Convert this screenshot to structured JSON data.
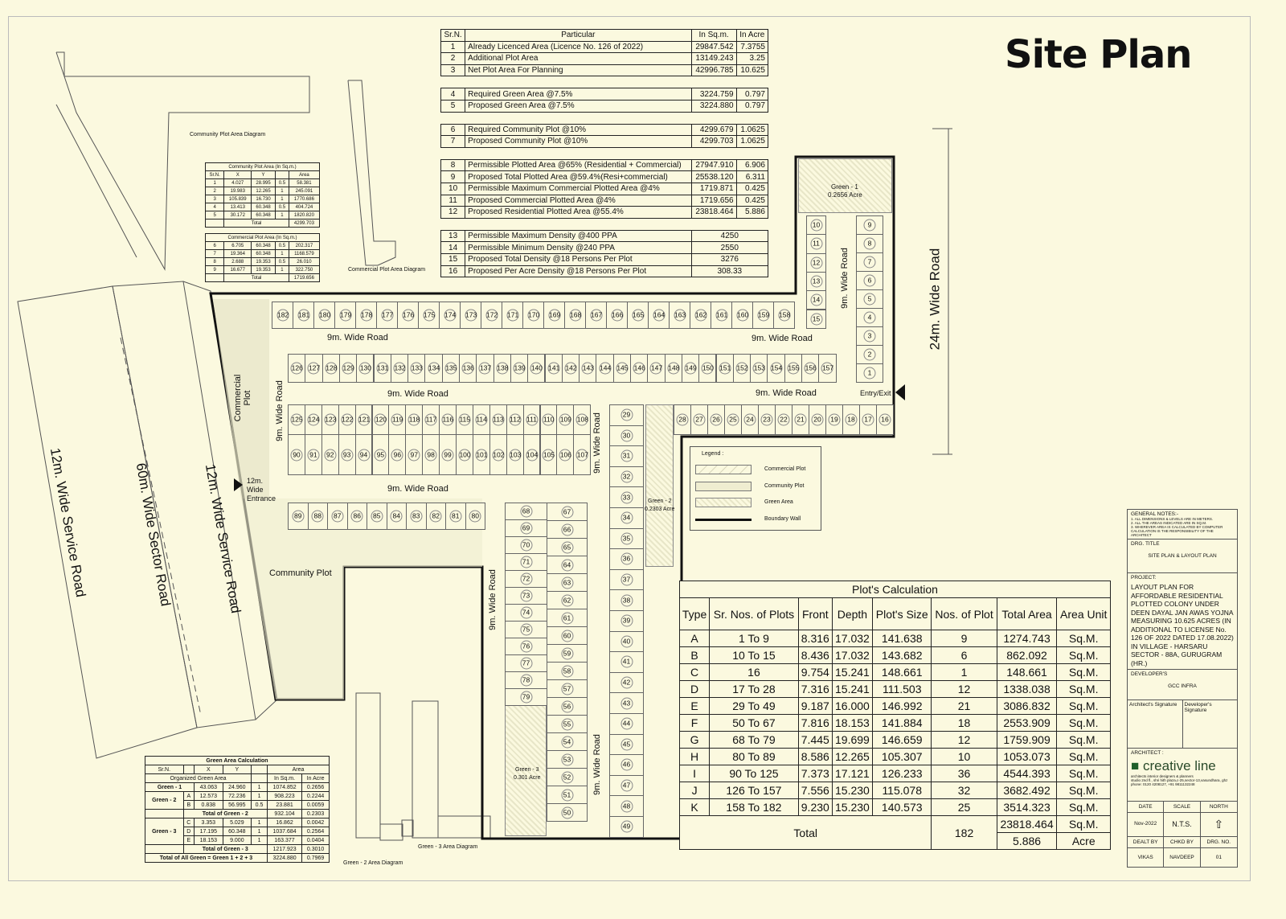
{
  "title": "Site Plan",
  "area_table": {
    "headers": [
      "Sr.N.",
      "Particular",
      "In Sq.m.",
      "In Acre"
    ],
    "rows": [
      [
        "1",
        "Already Licenced Area (Licence No. 126 of 2022)",
        "29847.542",
        "7.3755"
      ],
      [
        "2",
        "Additional Plot Area",
        "13149.243",
        "3.25"
      ],
      [
        "3",
        "Net Plot Area For Planning",
        "42996.785",
        "10.625"
      ],
      [
        "4",
        "Required Green Area @7.5%",
        "3224.759",
        "0.797"
      ],
      [
        "5",
        "Proposed Green Area @7.5%",
        "3224.880",
        "0.797"
      ],
      [
        "6",
        "Required Community Plot @10%",
        "4299.679",
        "1.0625"
      ],
      [
        "7",
        "Proposed Community Plot @10%",
        "4299.703",
        "1.0625"
      ],
      [
        "8",
        "Permissible Plotted Area @65% (Residential + Commercial)",
        "27947.910",
        "6.906"
      ],
      [
        "9",
        "Proposed Total Plotted Area @59.4%(Resi+commercial)",
        "25538.120",
        "6.311"
      ],
      [
        "10",
        "Permissible Maximum Commercial Plotted Area @4%",
        "1719.871",
        "0.425"
      ],
      [
        "11",
        "Proposed Commercial Plotted Area @4%",
        "1719.656",
        "0.425"
      ],
      [
        "12",
        "Proposed Residential Plotted Area @55.4%",
        "23818.464",
        "5.886"
      ]
    ],
    "density_rows": [
      [
        "13",
        "Permissible Maximum Density @400 PPA",
        "4250"
      ],
      [
        "14",
        "Permissible Minimum Density @240 PPA",
        "2550"
      ],
      [
        "15",
        "Proposed Total Density @18 Persons Per Plot",
        "3276"
      ],
      [
        "16",
        "Proposed Per Acre Density @18 Persons Per Plot",
        "308.33"
      ]
    ]
  },
  "plot_calc": {
    "title": "Plot's Calculation",
    "headers": [
      "Type",
      "Sr. Nos. of Plots",
      "Front",
      "Depth",
      "Plot's Size",
      "Nos. of Plot",
      "Total Area",
      "Area Unit"
    ],
    "rows": [
      [
        "A",
        "1 To 9",
        "8.316",
        "17.032",
        "141.638",
        "9",
        "1274.743",
        "Sq.M."
      ],
      [
        "B",
        "10 To 15",
        "8.436",
        "17.032",
        "143.682",
        "6",
        "862.092",
        "Sq.M."
      ],
      [
        "C",
        "16",
        "9.754",
        "15.241",
        "148.661",
        "1",
        "148.661",
        "Sq.M."
      ],
      [
        "D",
        "17 To 28",
        "7.316",
        "15.241",
        "111.503",
        "12",
        "1338.038",
        "Sq.M."
      ],
      [
        "E",
        "29 To 49",
        "9.187",
        "16.000",
        "146.992",
        "21",
        "3086.832",
        "Sq.M."
      ],
      [
        "F",
        "50 To 67",
        "7.816",
        "18.153",
        "141.884",
        "18",
        "2553.909",
        "Sq.M."
      ],
      [
        "G",
        "68 To 79",
        "7.445",
        "19.699",
        "146.659",
        "12",
        "1759.909",
        "Sq.M."
      ],
      [
        "H",
        "80 To 89",
        "8.586",
        "12.265",
        "105.307",
        "10",
        "1053.073",
        "Sq.M."
      ],
      [
        "I",
        "90 To 125",
        "7.373",
        "17.121",
        "126.233",
        "36",
        "4544.393",
        "Sq.M."
      ],
      [
        "J",
        "126 To 157",
        "7.556",
        "15.230",
        "115.078",
        "32",
        "3682.492",
        "Sq.M."
      ],
      [
        "K",
        "158 To 182",
        "9.230",
        "15.230",
        "140.573",
        "25",
        "3514.323",
        "Sq.M."
      ]
    ],
    "total_label": "Total",
    "total_plots": "182",
    "total_area": "23818.464",
    "total_unit": "Sq.M.",
    "total_acre": "5.886",
    "acre_unit": "Acre"
  },
  "community_table": {
    "title": "Community Plot Area (In Sq.m.)",
    "headers": [
      "Sr.N.",
      "X",
      "Y",
      "",
      "Area"
    ],
    "rows": [
      [
        "1",
        "4.027",
        "28.995",
        "0.5",
        "58.381"
      ],
      [
        "2",
        "19.983",
        "12.265",
        "1",
        "245.091"
      ],
      [
        "3",
        "105.839",
        "16.730",
        "1",
        "1770.686"
      ],
      [
        "4",
        "13.413",
        "60.348",
        "0.5",
        "404.724"
      ],
      [
        "5",
        "30.172",
        "60.348",
        "1",
        "1820.820"
      ]
    ],
    "total_label": "Total",
    "total": "4299.703",
    "commercial_title": "Commercial Plot Area (In Sq.m.)",
    "commercial_rows": [
      [
        "6",
        "6.705",
        "60.348",
        "0.5",
        "202.317"
      ],
      [
        "7",
        "19.364",
        "60.348",
        "1",
        "1168.579"
      ],
      [
        "8",
        "2.688",
        "19.353",
        "0.5",
        "26.010"
      ],
      [
        "9",
        "16.677",
        "19.353",
        "1",
        "322.750"
      ]
    ],
    "commercial_total": "1719.656"
  },
  "green_table": {
    "title": "Green Area Calculation",
    "headers": [
      "Sr.N.",
      "",
      "X",
      "Y",
      "",
      "Area"
    ],
    "subheaders": [
      "Organized Green Area",
      "In Sq.m.",
      "In Acre"
    ],
    "green1": [
      "Green - 1",
      "43.063",
      "24.960",
      "1",
      "1074.852",
      "0.2656"
    ],
    "green2_label": "Green - 2",
    "green2": [
      [
        "A",
        "12.573",
        "72.236",
        "1",
        "908.223",
        "0.2244"
      ],
      [
        "B",
        "0.838",
        "56.995",
        "0.5",
        "23.881",
        "0.0059"
      ]
    ],
    "green2_total": [
      "Total of Green - 2",
      "932.104",
      "0.2303"
    ],
    "green3_label": "Green - 3",
    "green3": [
      [
        "C",
        "3.353",
        "5.029",
        "1",
        "16.862",
        "0.0042"
      ],
      [
        "D",
        "17.195",
        "60.348",
        "1",
        "1037.684",
        "0.2564"
      ],
      [
        "E",
        "18.153",
        "9.000",
        "1",
        "163.377",
        "0.0404"
      ]
    ],
    "green3_total": [
      "Total of Green - 3",
      "1217.923",
      "0.3010"
    ],
    "all_total": [
      "Total of All Green = Green 1 + 2 + 3",
      "3224.880",
      "0.7969"
    ]
  },
  "plots": {
    "K": [
      182,
      181,
      180,
      179,
      178,
      177,
      176,
      175,
      174,
      173,
      172,
      171,
      170,
      169,
      168,
      167,
      166,
      165,
      164,
      163,
      162,
      161,
      160,
      159,
      158
    ],
    "B": [
      10,
      11,
      12,
      13,
      14,
      15
    ],
    "A": [
      9,
      8,
      7,
      6,
      5,
      4,
      3,
      2,
      1
    ],
    "J": [
      126,
      127,
      128,
      129,
      130,
      131,
      132,
      133,
      134,
      135,
      136,
      137,
      138,
      139,
      140,
      141,
      142,
      143,
      144,
      145,
      146,
      147,
      148,
      149,
      150,
      151,
      152,
      153,
      154,
      155,
      156,
      157
    ],
    "I_top": [
      125,
      124,
      123,
      122,
      121,
      120,
      119,
      118,
      117,
      116,
      115,
      114,
      113,
      112,
      111,
      110,
      109,
      108
    ],
    "I_bottom": [
      90,
      91,
      92,
      93,
      94,
      95,
      96,
      97,
      98,
      99,
      100,
      101,
      102,
      103,
      104,
      105,
      106,
      107
    ],
    "H": [
      89,
      88,
      87,
      86,
      85,
      84,
      83,
      82,
      81,
      80
    ],
    "G": [
      68,
      69,
      70,
      71,
      72,
      73,
      74,
      75,
      76,
      77,
      78,
      79
    ],
    "F": [
      67,
      66,
      65,
      64,
      63,
      62,
      61,
      60,
      59,
      58,
      57,
      56,
      55,
      54,
      53,
      52,
      51,
      50
    ],
    "E": [
      29,
      30,
      31,
      32,
      33,
      34,
      35,
      36,
      37,
      38,
      39,
      40,
      41,
      42,
      43,
      44,
      45,
      46,
      47,
      48,
      49
    ],
    "DC": [
      28,
      27,
      26,
      25,
      24,
      23,
      22,
      21,
      20,
      19,
      18,
      17,
      16
    ]
  },
  "labels": {
    "road9": "9m. Wide Road",
    "road24": "24m. Wide Road",
    "service_left": "12m. Wide Service Road",
    "sector": "60m. Wide Sector Road",
    "service_right": "12m. Wide Service Road",
    "entrance": "12m. Wide Entrance",
    "entry_exit": "Entry/Exit",
    "commercial": "Commercial Plot",
    "community": "Community Plot",
    "green1": "Green - 1",
    "green1_area": "0.2656 Acre",
    "green2": "Green - 2",
    "green2_area": "0.2303 Acre",
    "green3": "Green - 3",
    "green3_area": "0.301 Acre",
    "community_diagram": "Community Plot Area Diagram",
    "commercial_diagram": "Commercial Plot Area Diagram",
    "green2_diagram": "Green - 2 Area Diagram",
    "green3_diagram": "Green - 3 Area Diagram"
  },
  "legend": {
    "title": "Legend :",
    "items": [
      "Commercial Plot",
      "Community Plot",
      "Green Area",
      "Boundary Wall"
    ]
  },
  "title_block": {
    "notes_title": "GENERAL NOTES:-",
    "notes": [
      "1. ALL DIMENSIONS & LEVELS ARE IN METERS.",
      "2. ALL THE AREAS INDICATED ARE IN SQ.M.",
      "3. WHEREVER AREA IS CALCULATED BY COMPUTER CALCULATION IS THE RESPONSIBILITY OF THE ARCHITECT"
    ],
    "drg_title_label": "DRG. TITLE",
    "drg_title": "SITE PLAN & LAYOUT PLAN",
    "project_label": "PROJECT:",
    "project": "LAYOUT PLAN FOR AFFORDABLE RESIDENTIAL PLOTTED COLONY UNDER DEEN DAYAL JAN AWAS YOJNA MEASURING 10.625 ACRES (IN ADDITIONAL TO LICENSE No. 126 OF 2022 DATED 17.08.2022) IN VILLAGE - HARSARU SECTOR - 88A, GURUGRAM (HR.)",
    "developers_label": "DEVELOPER'S",
    "developer": "GCC INFRA",
    "architect_sig": "Architect's Signature",
    "developer_sig": "Developer's Signature",
    "architect_label": "ARCHITECT :",
    "firm": "creative line",
    "firm_sub": "architects interior designers & planners",
    "firm_addr": "studio 2nd fl., shri hith plaza,c-25,sector-13,vasundhara, ghz",
    "firm_phone": "phone: 0120 4208127, +91 9811132248",
    "date_label": "DATE",
    "scale_label": "SCALE",
    "north_label": "NORTH",
    "date": "Nov-2022",
    "scale": "N.T.S.",
    "dealt_label": "DEALT BY",
    "chkd_label": "CHKD BY",
    "drg_no_label": "DRG. NO.",
    "dealt": "VIKAS",
    "chkd": "NAVDEEP",
    "drg_no": "01"
  },
  "colors": {
    "background": "#fbf9df",
    "line": "#111111"
  }
}
